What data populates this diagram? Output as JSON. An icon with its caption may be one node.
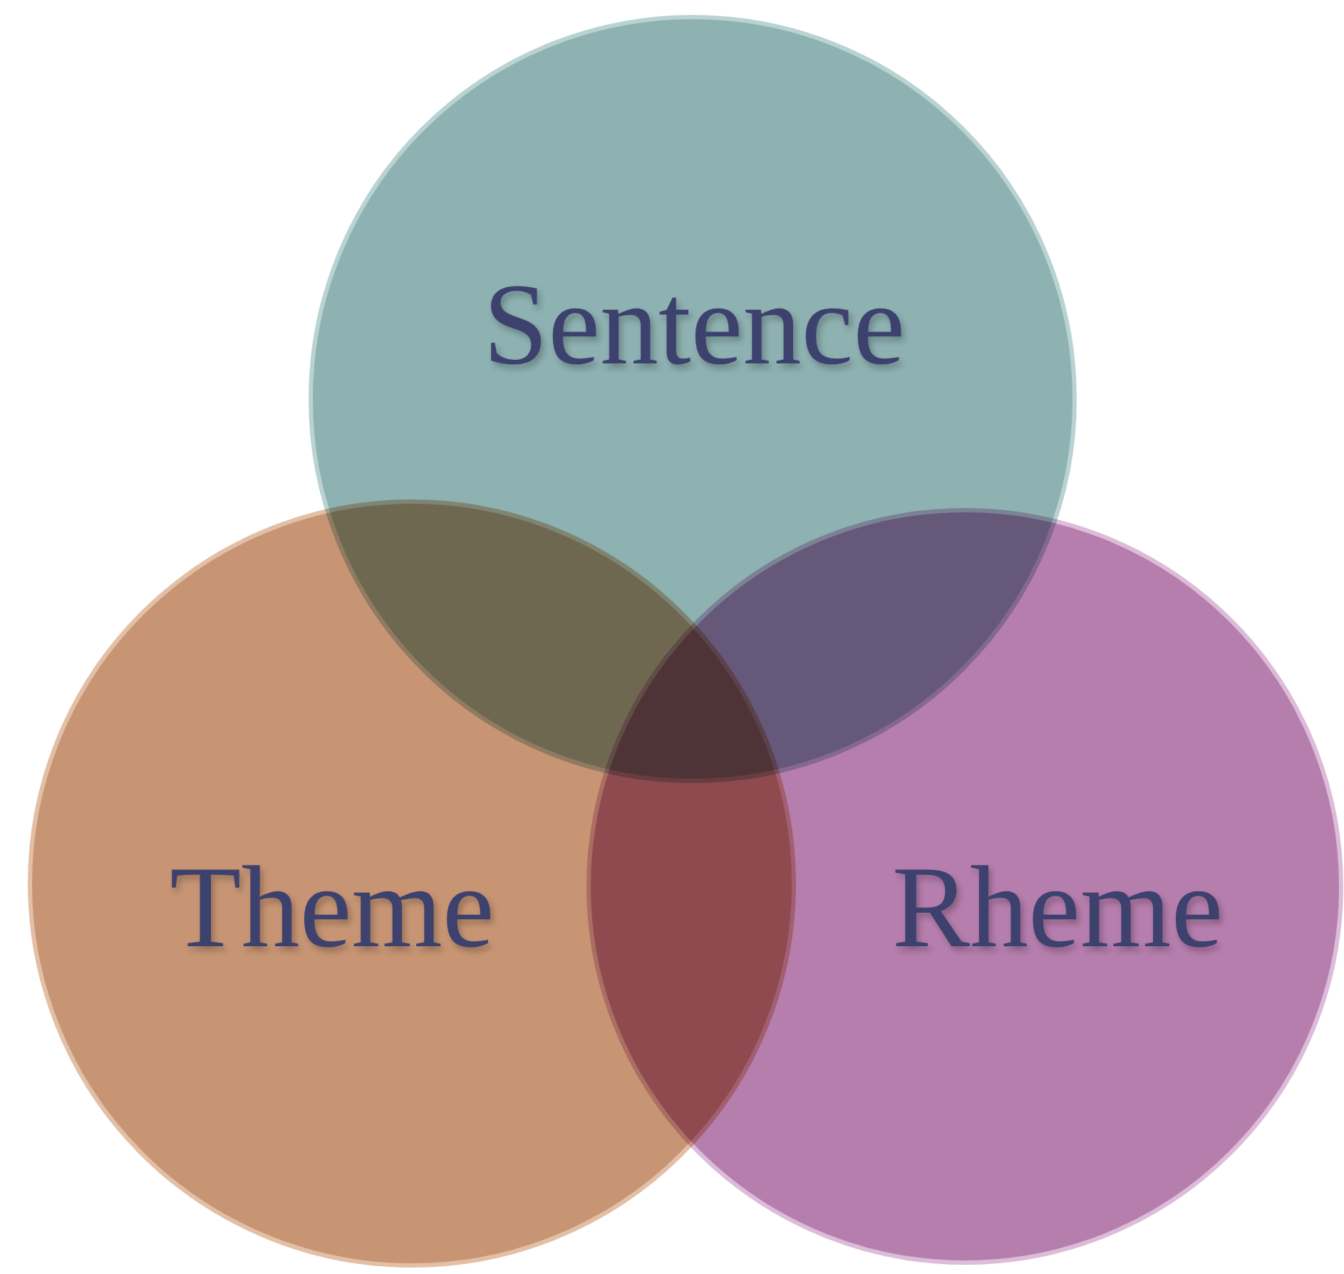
{
  "diagram": {
    "nodes": [
      {
        "text": [
          "Sentence"
        ]
      },
      {
        "text": [
          "Theme"
        ]
      },
      {
        "text": [
          "Rheme"
        ]
      }
    ]
  }
}
